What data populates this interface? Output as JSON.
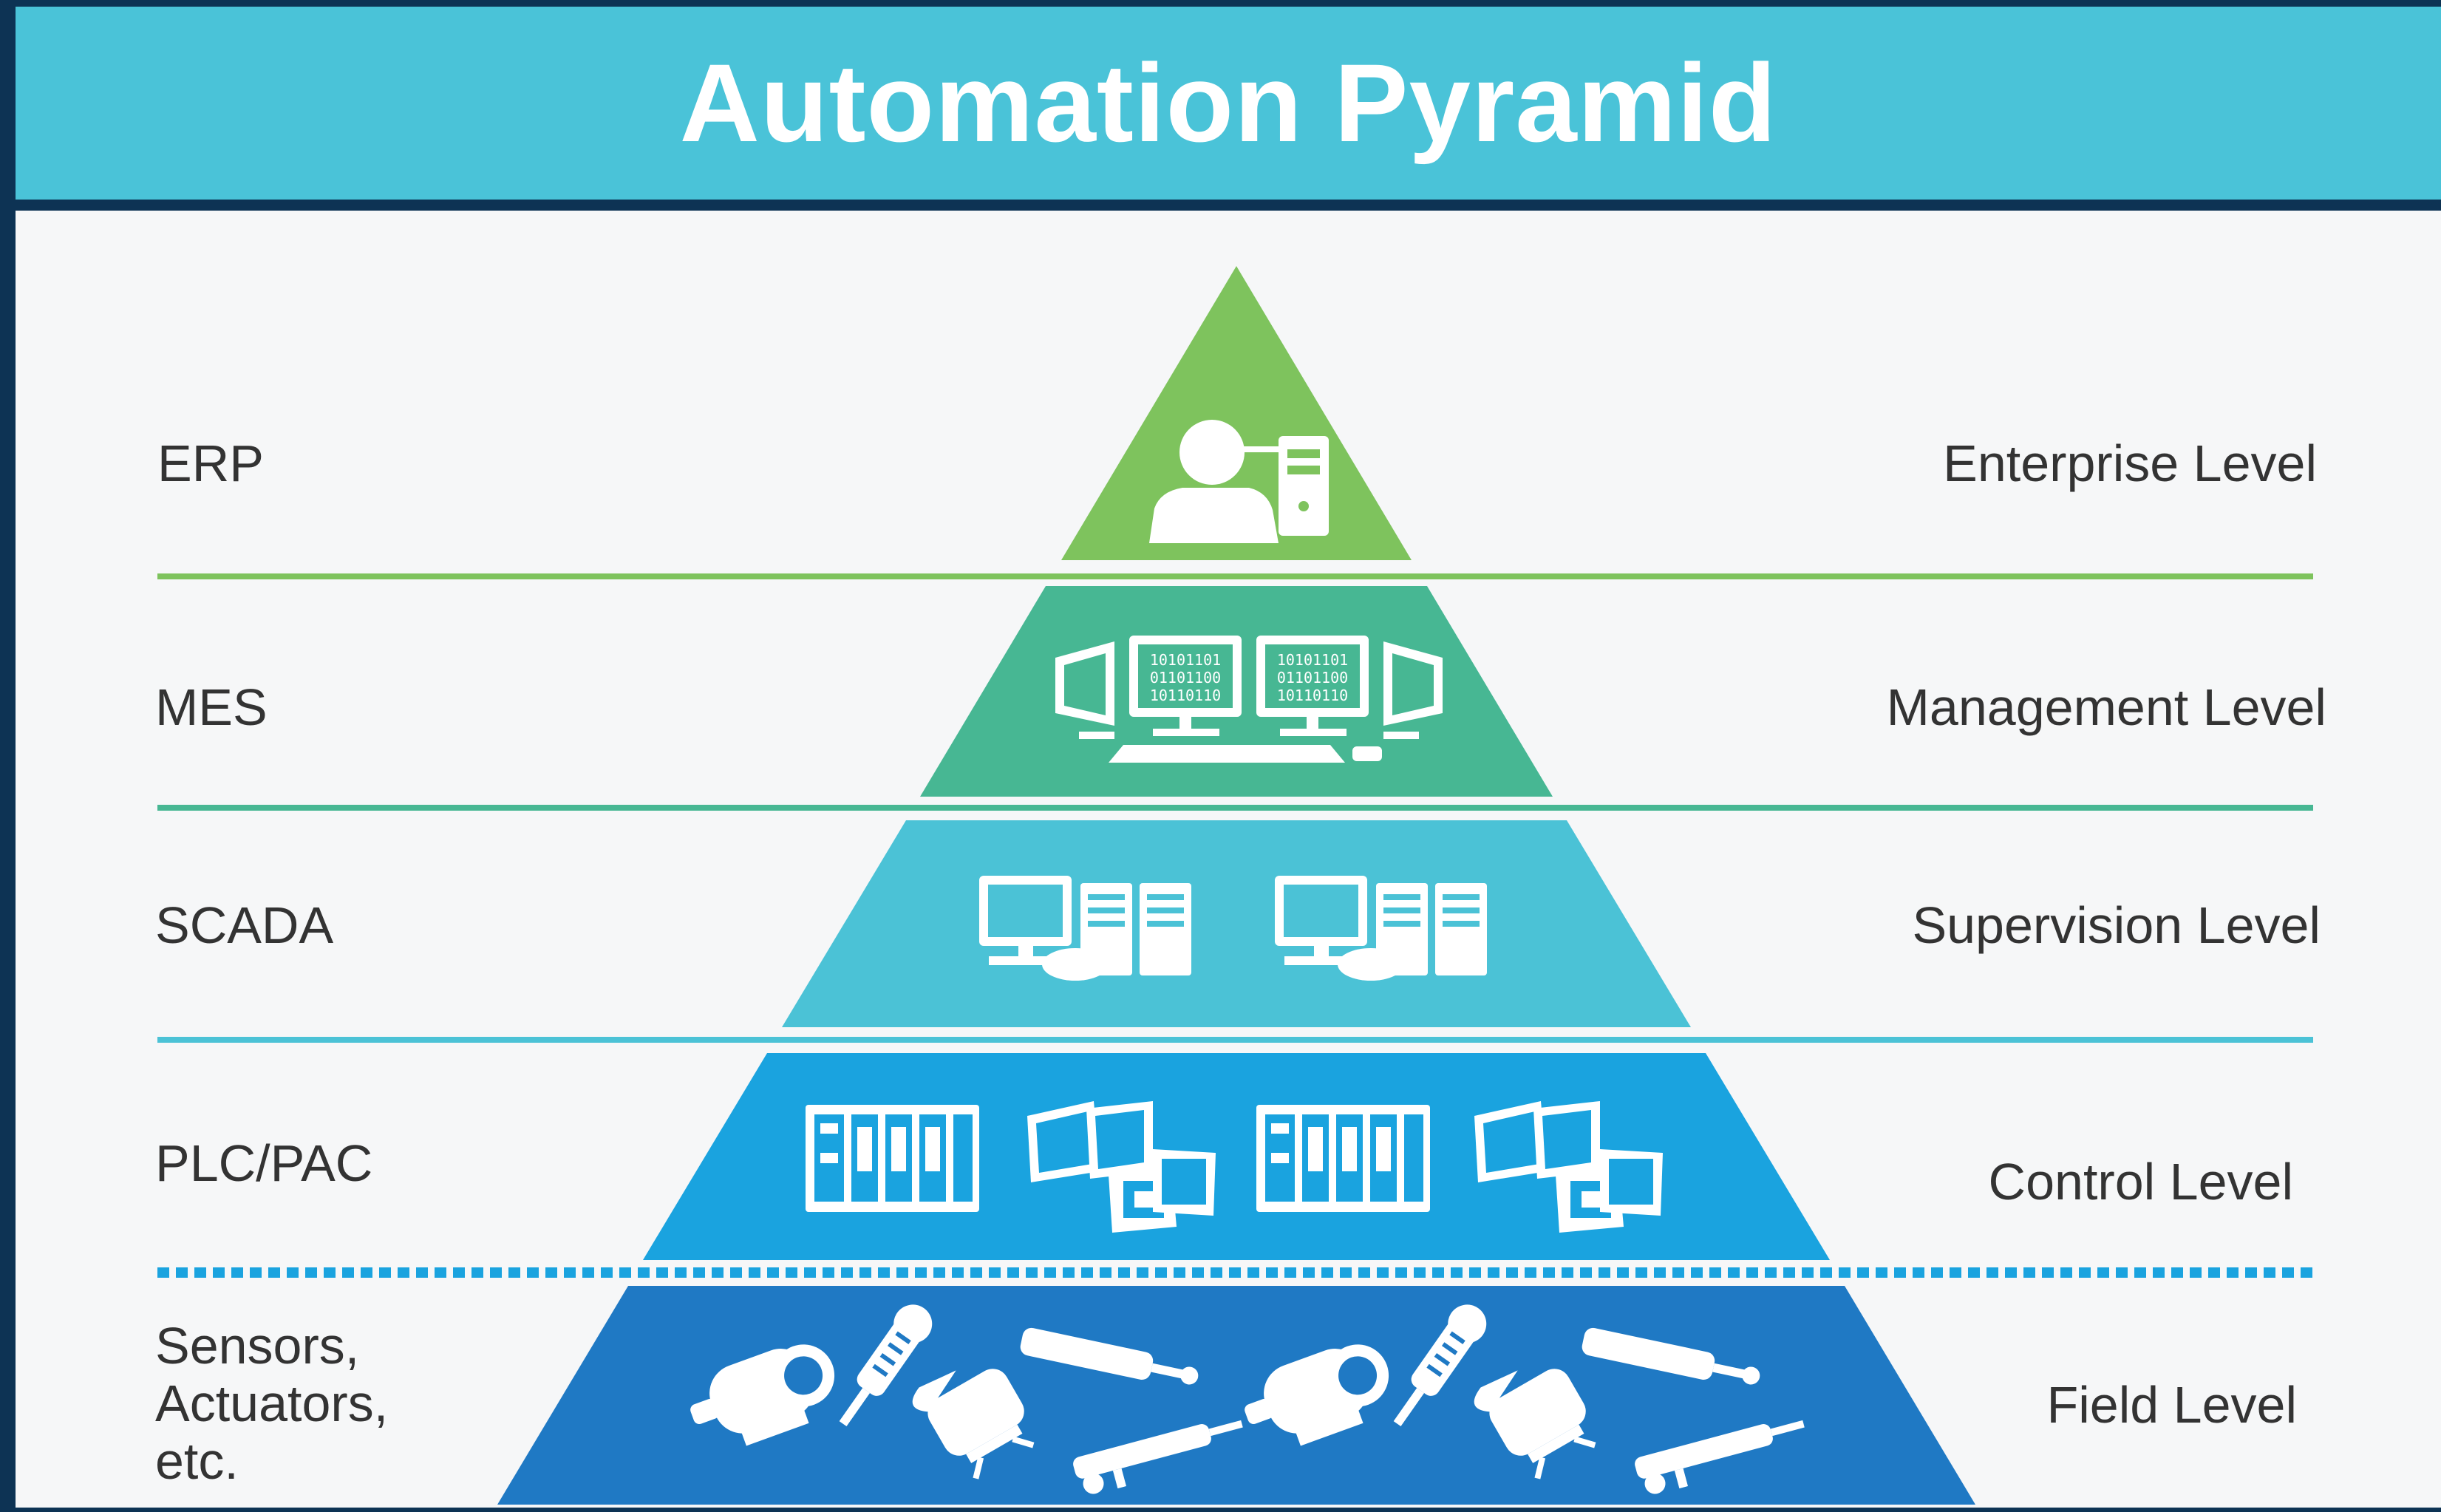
{
  "title": "Automation Pyramid",
  "colors": {
    "banner": "#4ac3d8",
    "background": "#f6f7f8",
    "frame": "#0d3354",
    "text": "#333333",
    "enterprise": "#7ec35d",
    "management": "#47b793",
    "supervision": "#4bc2d6",
    "control": "#1aa3df",
    "field": "#1f79c4"
  },
  "levels": [
    {
      "system": "ERP",
      "level": "Enterprise Level",
      "icons": [
        "operator-workstation-icon"
      ]
    },
    {
      "system": "MES",
      "level": "Management Level",
      "icons": [
        "monitor-icon",
        "binary-display-icon",
        "binary-display-icon",
        "monitor-icon"
      ]
    },
    {
      "system": "SCADA",
      "level": "Supervision Level",
      "icons": [
        "server-station-icon",
        "server-station-icon"
      ]
    },
    {
      "system": "PLC/PAC",
      "level": "Control Level",
      "icons": [
        "plc-rack-icon",
        "hmi-panel-icon",
        "plc-rack-icon",
        "hmi-panel-icon"
      ]
    },
    {
      "system": "Sensors,\nActuators,\netc.",
      "level": "Field Level",
      "icons": [
        "motor-icon",
        "valve-actuator-icon",
        "pump-icon",
        "cylinder-icon",
        "motor-icon",
        "valve-actuator-icon",
        "pump-icon",
        "cylinder-icon"
      ]
    }
  ],
  "binary_text": [
    "10101101",
    "01101100",
    "10110110"
  ]
}
